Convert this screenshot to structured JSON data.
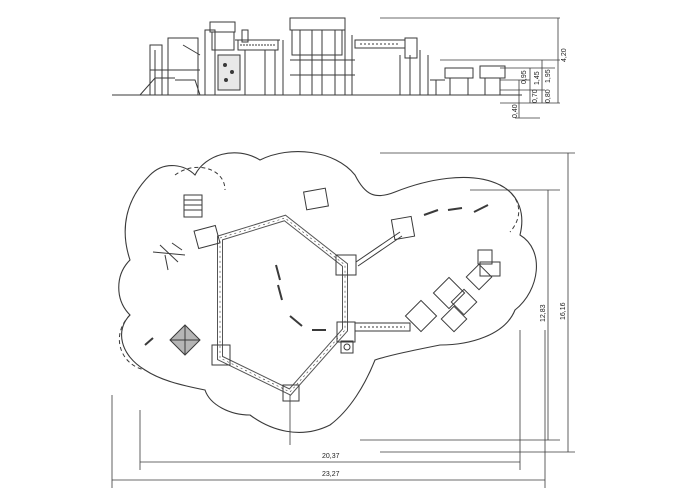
{
  "elevation_dims": {
    "total_height": "4,20",
    "platform_height": "1,95",
    "mid_height": "1,45",
    "small_height": "0,95",
    "low_height": "0,70",
    "ground_height": "0,80",
    "below_ground": "0,40"
  },
  "plan_dims": {
    "inner_width": "20,37",
    "outer_width": "23,27",
    "inner_depth": "12,83",
    "outer_depth": "16,16"
  },
  "colors": {
    "line": "#3a3a3a",
    "light_line": "#8a8a8a",
    "fill_grey": "#b5b5b5",
    "dark": "#222222"
  }
}
